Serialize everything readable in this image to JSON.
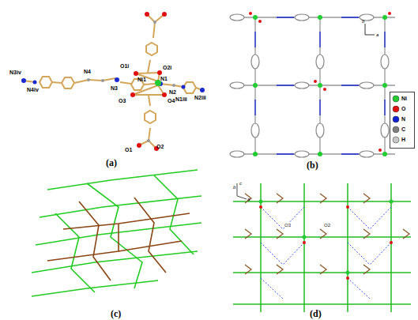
{
  "diagram": {
    "labels": [
      "N3iv",
      "N4iv",
      "N4",
      "O1i",
      "O2i",
      "N3",
      "Ni1",
      "N1",
      "N2",
      "N2iii",
      "N1iii",
      "O4",
      "O3",
      "O2",
      "O1",
      "(a)",
      "b",
      "a",
      "(b)",
      "(c)",
      "O3",
      "O2",
      "c",
      "b",
      "a",
      "(d)"
    ],
    "legend": [
      {
        "text": "Ni",
        "color": "#22cc33"
      },
      {
        "text": "O",
        "color": "#e01010"
      },
      {
        "text": "N",
        "color": "#1020d0"
      },
      {
        "text": "C",
        "color": "#808080"
      },
      {
        "text": "H",
        "color": "#c8c8c8"
      }
    ]
  }
}
